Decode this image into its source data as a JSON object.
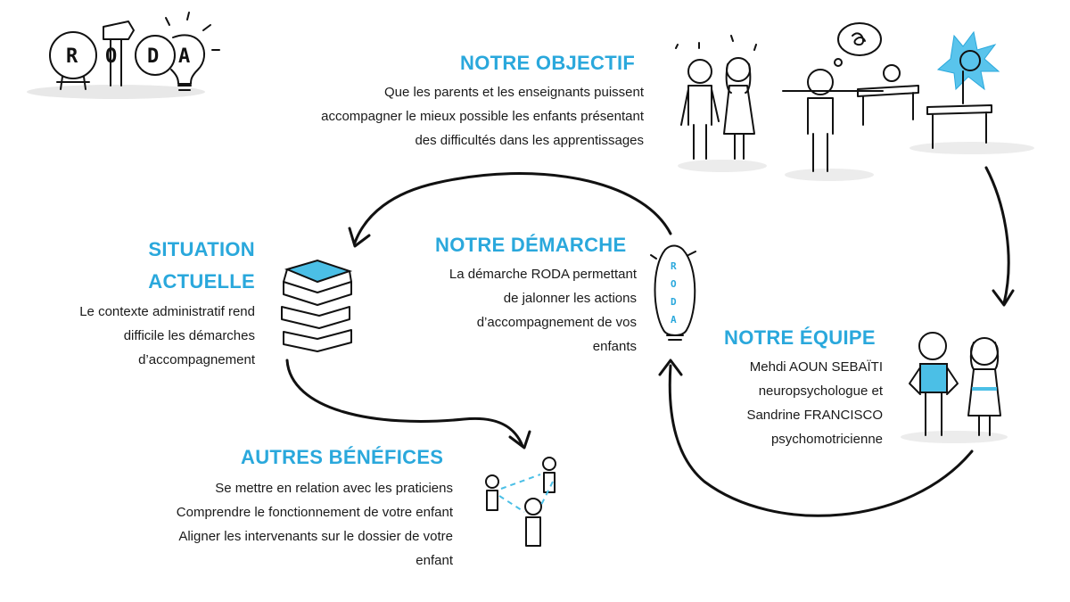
{
  "logo": {
    "letters": [
      "R",
      "O",
      "D",
      "A"
    ]
  },
  "objectif": {
    "title": "NOTRE OBJECTIF",
    "lines": [
      "Que les parents et les enseignants puissent",
      "accompagner le mieux possible les enfants présentant",
      "des difficultés dans les apprentissages"
    ]
  },
  "situation": {
    "title_lines": [
      "SITUATION",
      "ACTUELLE"
    ],
    "lines": [
      "Le contexte administratif rend",
      "difficile les démarches",
      "d’accompagnement"
    ]
  },
  "demarche": {
    "title": "NOTRE DÉMARCHE",
    "lines": [
      "La démarche RODA permettant",
      "de jalonner les actions",
      "d’accompagnement de vos",
      "enfants"
    ]
  },
  "equipe": {
    "title": "NOTRE ÉQUIPE",
    "lines": [
      "Mehdi AOUN SEBAÏTI",
      "neuropsychologue et",
      "Sandrine FRANCISCO",
      "psychomotricienne"
    ]
  },
  "benefices": {
    "title": "AUTRES BÉNÉFICES",
    "lines": [
      "Se mettre en relation avec les praticiens",
      "Comprendre le fonctionnement de votre enfant",
      "Aligner les intervenants sur le dossier de votre",
      "enfant"
    ]
  },
  "colors": {
    "accent": "#2aa8dc",
    "text": "#1a1a1a",
    "ink": "#111111"
  }
}
